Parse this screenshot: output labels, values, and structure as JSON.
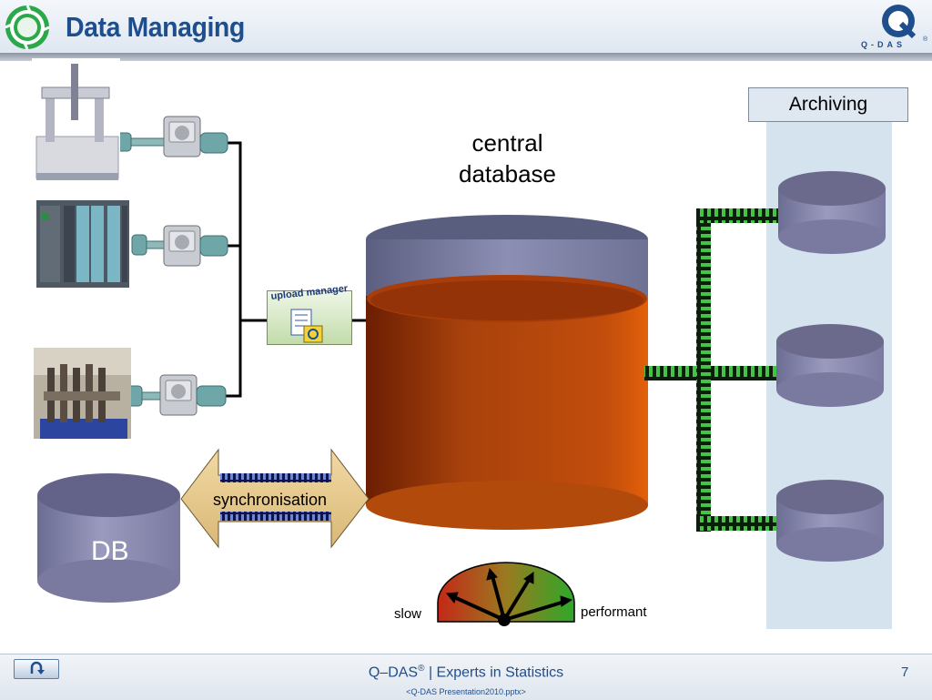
{
  "header": {
    "title": "Data Managing",
    "brand": "Q-DAS",
    "brand_reg": "®"
  },
  "diagram": {
    "central_db_label": [
      "central",
      "database"
    ],
    "archiving_label": "Archiving",
    "upload_manager_label": "upload manager",
    "sync_label": "synchronisation",
    "db_label": "DB",
    "gauge_slow": "slow",
    "gauge_performant": "performant"
  },
  "footer": {
    "brand": "Q–DAS",
    "reg": "®",
    "tagline": "| Experts in Statistics",
    "page_number": "7",
    "file_name": "<Q-DAS Presentation2010.pptx>"
  },
  "icons": [
    "logo-ring-icon",
    "qdas-logo-icon",
    "cmm-machine-photo",
    "plc-rack-photo",
    "gear-fixture-photo",
    "storage-device-icon",
    "upload-manager-icon",
    "back-arrow-icon"
  ],
  "colors": {
    "title": "#1f4e8c",
    "central_db_top": "#646a88",
    "central_db_fill": "#b8420a",
    "archive_db": "#8c8cb0",
    "network_bar": "#2fa82f"
  }
}
